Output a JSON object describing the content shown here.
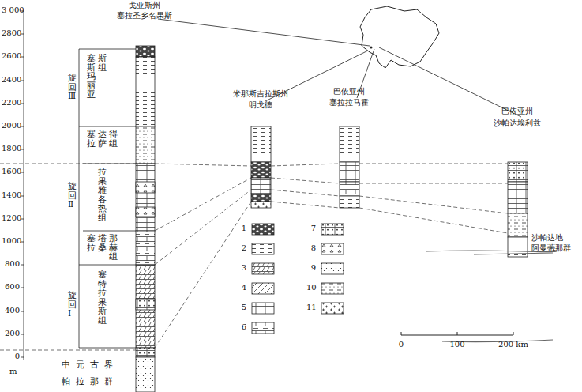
{
  "diagram": {
    "labels": [
      "3 000",
      "2800",
      "2600",
      "2400",
      "2200",
      "2000",
      "1800",
      "1600",
      "1400",
      "1200",
      "1000",
      "800",
      "600",
      "400",
      "200",
      "0",
      "m",
      "戈亚斯州",
      "塞拉圣乡名果斯",
      "米那斯吉拉斯州",
      "明戈德",
      "巴依亚州",
      "塞拉拉马霍",
      "巴依亚州",
      "沙帕达埃利兹",
      "沙帕达地",
      "阿曼蒂那群",
      "塞斯玛丽亚",
      "斯组",
      "旋回Ⅲ",
      "塞拉",
      "达萨",
      "得组",
      "拉果雅各热组",
      "旋回Ⅱ",
      "塞拉",
      "塔桑",
      "那赫组",
      "塞特拉果斯组",
      "旋回Ⅰ",
      "中元古界",
      "帕拉那群",
      "0",
      "100",
      "200 km"
    ],
    "legend": [
      {
        "text": "1"
      },
      {
        "text": "2"
      },
      {
        "text": "3"
      },
      {
        "text": "4"
      },
      {
        "text": "5"
      },
      {
        "text": "6"
      },
      {
        "text": "7"
      },
      {
        "text": "8"
      },
      {
        "text": "9"
      },
      {
        "text": "10"
      },
      {
        "text": "11"
      }
    ]
  }
}
